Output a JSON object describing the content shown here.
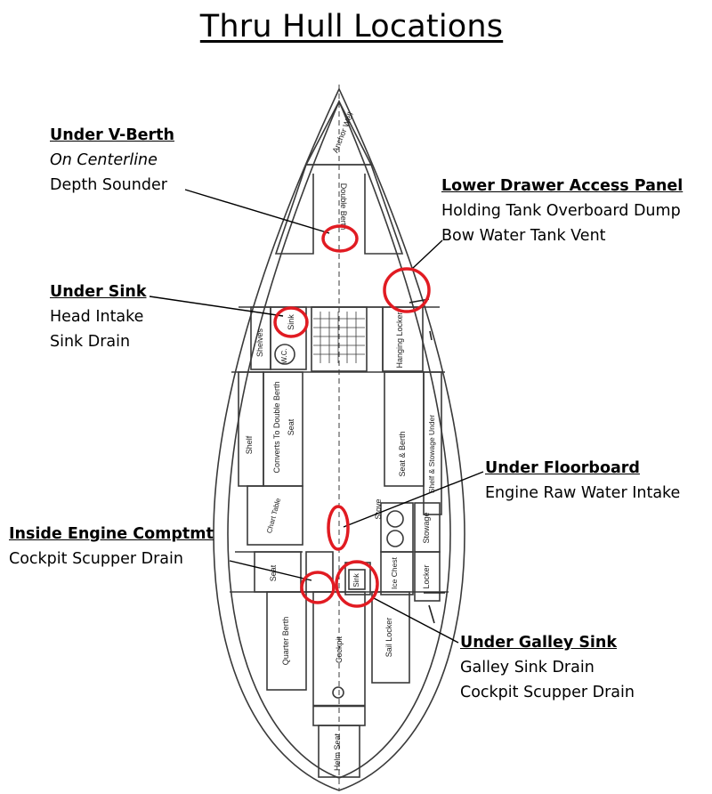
{
  "title": "Thru Hull Locations",
  "colors": {
    "marker": "#e11b22",
    "ink": "#000000",
    "plan": "#3a3a3a"
  },
  "callouts": {
    "vberth": {
      "heading": "Under V-Berth",
      "sub": "On Centerline",
      "lines": [
        "Depth Sounder"
      ]
    },
    "lower_drawer": {
      "heading": "Lower Drawer Access Panel",
      "lines": [
        "Holding Tank Overboard Dump",
        "Bow Water Tank Vent"
      ]
    },
    "sink": {
      "heading": "Under Sink",
      "lines": [
        "Head Intake",
        "Sink Drain"
      ]
    },
    "floorboard": {
      "heading": "Under Floorboard",
      "lines": [
        "Engine Raw Water Intake"
      ]
    },
    "engine": {
      "heading": "Inside Engine Comptmt",
      "lines": [
        "Cockpit Scupper Drain"
      ]
    },
    "galley": {
      "heading": "Under Galley Sink",
      "lines": [
        "Galley Sink Drain",
        "Cockpit Scupper Drain"
      ]
    }
  },
  "plan_labels": {
    "anchor_well": "Anchor Well",
    "double_berth": "Double Berth",
    "sink": "Sink",
    "shelves": "Shelves",
    "wc": "W.C.",
    "hanging_locker": "Hanging Locker",
    "converts": "Converts To Double Berth",
    "seat": "Seat",
    "shelf": "Shelf",
    "seat_berth": "Seat & Berth",
    "shelf_stowage": "Shelf & Stowage Under",
    "chart_table": "Chart Table",
    "stove": "Stove",
    "stowage": "Stowage",
    "seat_aft": "Seat",
    "ice_chest": "Ice Chest",
    "locker": "Locker",
    "galley_sink": "Sink",
    "quarter_berth": "Quarter Berth",
    "cockpit": "Cockpit",
    "sail_locker": "Sail Locker",
    "helm_seat": "Helm Seat"
  }
}
